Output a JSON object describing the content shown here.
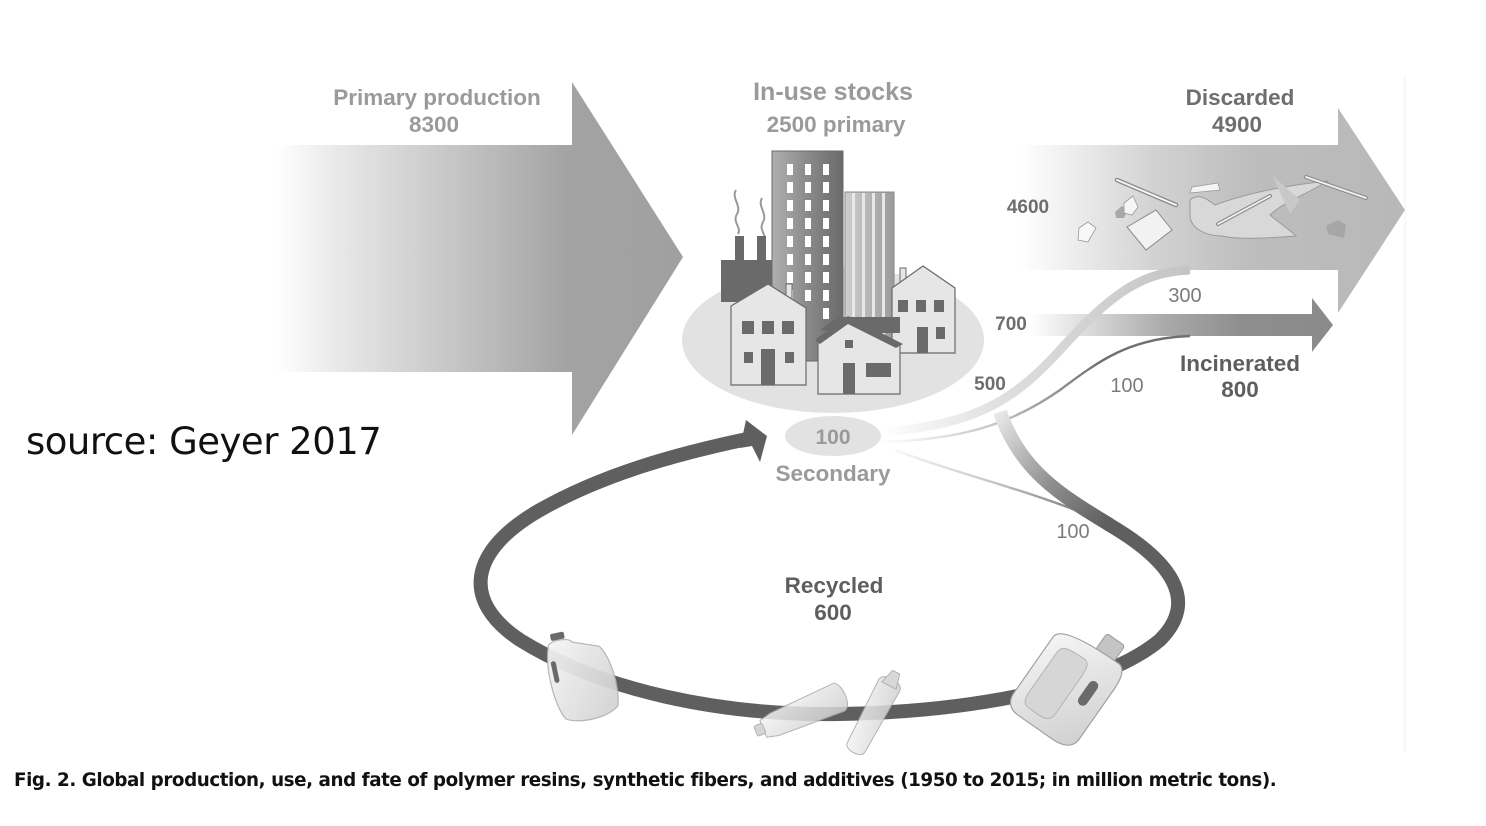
{
  "figure": {
    "source_note": "source: Geyer 2017",
    "caption": "Fig. 2.  Global production, use, and fate of polymer resins, synthetic fibers, and additives (1950 to 2015; in million metric tons).",
    "units": "million metric tons",
    "period": "1950 to 2015"
  },
  "nodes": {
    "primary_production": {
      "label": "Primary production",
      "value": "8300"
    },
    "in_use_stocks": {
      "label": "In-use stocks",
      "value_label": "2500 primary"
    },
    "secondary": {
      "value": "100",
      "label": "Secondary"
    },
    "discarded": {
      "label": "Discarded",
      "value": "4900"
    },
    "incinerated": {
      "label": "Incinerated",
      "value": "800"
    },
    "recycled": {
      "label": "Recycled",
      "value": "600"
    }
  },
  "flows": {
    "primary_to_discarded": "4600",
    "primary_to_incinerated": "700",
    "primary_to_recycled": "500",
    "recycled_to_discarded": "300",
    "recycled_to_incinerated": "100",
    "secondary_to_recycled": "100"
  },
  "colors": {
    "background": "#ffffff",
    "primary_arrow_end": "#a0a0a0",
    "discarded_arrow": "#b9b9b9",
    "incinerated_arrow": "#8e8e8e",
    "stock_ellipse": "#e2e2e2",
    "recycle_loop": "#5f5f5f",
    "buildings_dark": "#6a6a6a",
    "buildings_light": "#e6e6e6",
    "text_light_label": "#9a9a9a",
    "text_dark_label": "#5e5e5e",
    "caption_text": "#111111"
  }
}
